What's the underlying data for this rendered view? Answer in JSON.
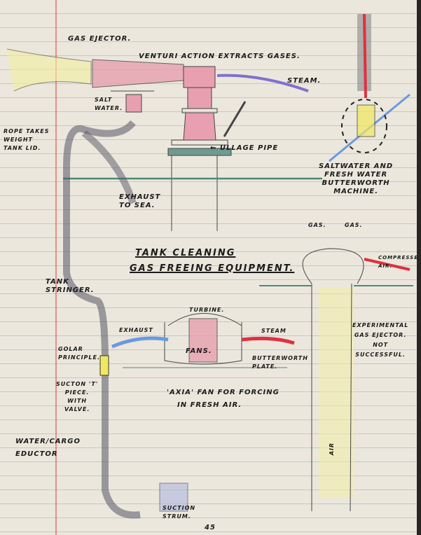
{
  "labels": {
    "gas_ejector": "GAS EJECTOR.",
    "venturi": "VENTURI ACTION EXTRACTS GASES.",
    "steam_top": "STEAM.",
    "salt_water": [
      "SALT",
      "WATER."
    ],
    "rope": [
      "ROPE TAKES",
      "WEIGHT",
      "TANK LID."
    ],
    "ullage_pipe": "← ULLAGE PIPE",
    "butterworth_machine": [
      "SALTWATER AND",
      "FRESH WATER",
      "BUTTERWORTH",
      "MACHINE."
    ],
    "exhaust_to_sea": [
      "EXHAUST",
      "TO SEA."
    ],
    "title_line1": "TANK CLEANING",
    "title_line2": "GAS FREEING EQUIPMENT.",
    "gas_left": "GAS.",
    "gas_right": "GAS.",
    "compressed_air": [
      "COMPRESSED",
      "AIR."
    ],
    "tank_stringer": [
      "TANK",
      "STRINGER."
    ],
    "turbine": "TURBINE.",
    "exhaust": "EXHAUST",
    "steam_mid": "STEAM",
    "fans": "FANS.",
    "butterworth_plate": [
      "BUTTERWORTH",
      "PLATE."
    ],
    "golar": [
      "GOLAR",
      "PRINCIPLE."
    ],
    "suction_t": [
      "SUCTON 'T'",
      "PIECE.",
      "WITH",
      "VALVE."
    ],
    "experimental": [
      "EXPERIMENTAL",
      "GAS EJECTOR.",
      "NOT",
      "SUCCESSFUL."
    ],
    "axial_fan": [
      "'AXIA' FAN FOR FORCING",
      "IN FRESH AIR."
    ],
    "air": "AIR",
    "eductor": [
      "WATER/CARGO",
      "EDUCTOR"
    ],
    "suction_strum": [
      "SUCTION",
      "STRUM."
    ],
    "page_number": "45"
  },
  "colors": {
    "pink": "#e8a0b0",
    "yellow": "#f0e860",
    "blue": "#6a9ae0",
    "red": "#e03040",
    "purple": "#8070d0",
    "green": "#4a8a7a",
    "margin": "#e07070"
  }
}
